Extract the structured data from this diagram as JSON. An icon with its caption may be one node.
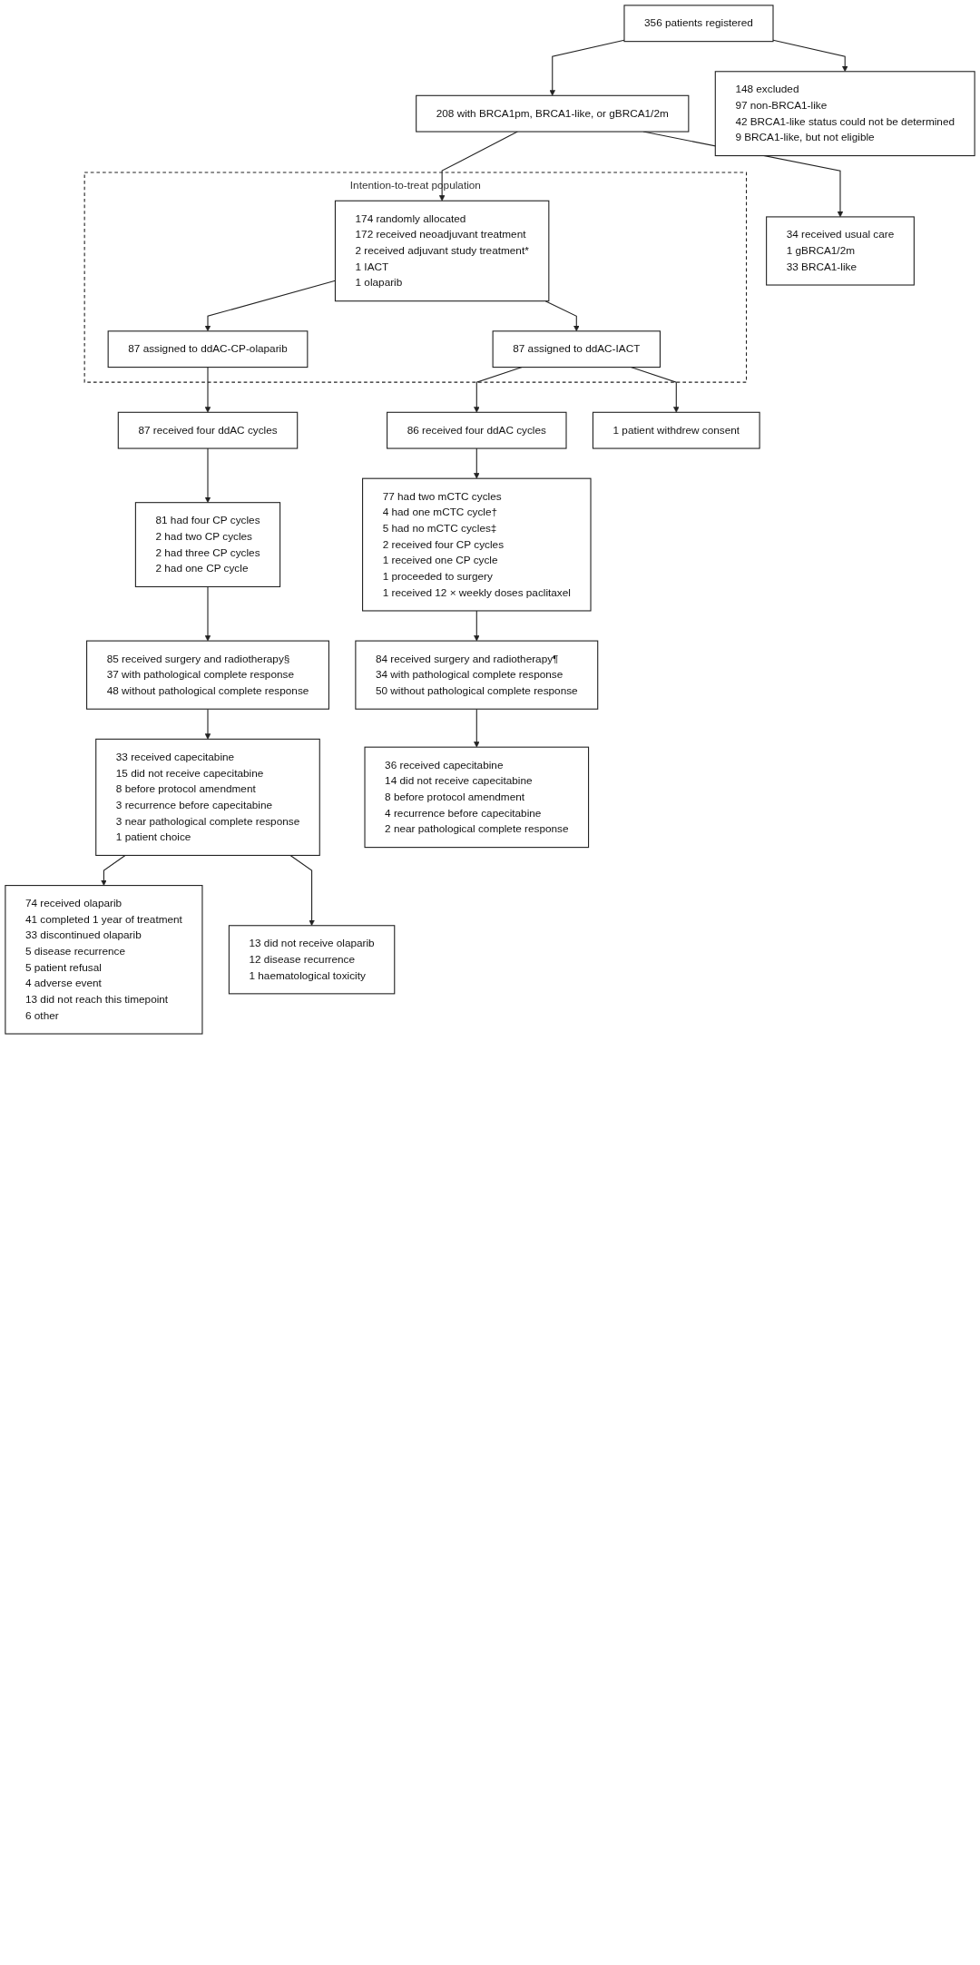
{
  "diagram": {
    "nodes": [
      {
        "text": [
          "356 patients registered"
        ]
      },
      {
        "text": [
          "148 excluded",
          "97 non-BRCA1-like",
          "42 BRCA1-like status could not be determined",
          "9 BRCA1-like, but not eligible"
        ]
      },
      {
        "text": [
          "208 with BRCA1pm, BRCA1-like, or gBRCA1/2m"
        ]
      },
      {
        "text": [
          "34 received usual care",
          "1 gBRCA1/2m",
          "33 BRCA1-like"
        ]
      },
      {
        "text": [
          "Intention-to-treat population"
        ]
      },
      {
        "text": [
          "174 randomly allocated",
          "172 received neoadjuvant treatment",
          "2 received adjuvant study treatment*",
          "1 IACT",
          "1 olaparib"
        ],
        "in": 4
      },
      {
        "text": [
          "87 assigned to ddAC-CP-olaparib"
        ],
        "in": 4
      },
      {
        "text": [
          "87 assigned to ddAC-IACT"
        ],
        "in": 4
      },
      {
        "text": [
          "1 patient withdrew consent"
        ]
      },
      {
        "text": [
          "87 received four ddAC cycles"
        ]
      },
      {
        "text": [
          "86 received four ddAC cycles"
        ]
      },
      {
        "text": [
          "81 had four CP cycles",
          "2 had two CP cycles",
          "2 had three CP cycles",
          "2 had one CP cycle"
        ]
      },
      {
        "text": [
          "77 had two mCTC cycles",
          "4 had one mCTC cycle†",
          "5 had no mCTC cycles‡",
          "2 received four CP cycles",
          "1 received one CP cycle",
          "1 proceeded to surgery",
          "1 received 12 × weekly doses paclitaxel"
        ]
      },
      {
        "text": [
          "85 received surgery and radiotherapy§",
          "37 with pathological complete response",
          "48 without pathological complete response"
        ]
      },
      {
        "text": [
          "84 received surgery and radiotherapy¶",
          "34 with pathological complete response",
          "50 without pathological complete response"
        ]
      },
      {
        "text": [
          "33 received capecitabine",
          "15 did not receive capecitabine",
          "8 before protocol amendment",
          "3 recurrence before capecitabine",
          "3 near pathological complete response",
          "1 patient choice"
        ]
      },
      {
        "text": [
          "36 received capecitabine",
          "14 did not receive capecitabine",
          "8 before protocol amendment",
          "4 recurrence before capecitabine",
          "2 near pathological complete response"
        ]
      },
      {
        "text": [
          "13 did not receive olaparib",
          "12 disease recurrence",
          "1 haematological toxicity"
        ]
      },
      {
        "text": [
          "74 received olaparib",
          "41 completed 1 year of treatment",
          "33 discontinued olaparib",
          "5 disease recurrence",
          "5 patient refusal",
          "4 adverse event",
          "13 did not reach this timepoint",
          "6 other"
        ]
      }
    ],
    "edges": [
      {
        "from": 0,
        "to": 2,
        "arrow": "to"
      },
      {
        "from": 0,
        "to": 1,
        "arrow": "to"
      },
      {
        "from": 2,
        "to": 5,
        "arrow": "to"
      },
      {
        "from": 2,
        "to": 3,
        "arrow": "to"
      },
      {
        "from": 5,
        "to": 6,
        "arrow": "to"
      },
      {
        "from": 5,
        "to": 7,
        "arrow": "to"
      },
      {
        "from": 6,
        "to": 9,
        "arrow": "to"
      },
      {
        "from": 7,
        "to": 10,
        "arrow": "to"
      },
      {
        "from": 7,
        "to": 8,
        "arrow": "to"
      },
      {
        "from": 9,
        "to": 11,
        "arrow": "to"
      },
      {
        "from": 10,
        "to": 12,
        "arrow": "to"
      },
      {
        "from": 11,
        "to": 13,
        "arrow": "to"
      },
      {
        "from": 12,
        "to": 14,
        "arrow": "to"
      },
      {
        "from": 13,
        "to": 15,
        "arrow": "to"
      },
      {
        "from": 14,
        "to": 16,
        "arrow": "to"
      },
      {
        "from": 15,
        "to": 18,
        "arrow": "to"
      },
      {
        "from": 15,
        "to": 17,
        "arrow": "to"
      }
    ]
  }
}
